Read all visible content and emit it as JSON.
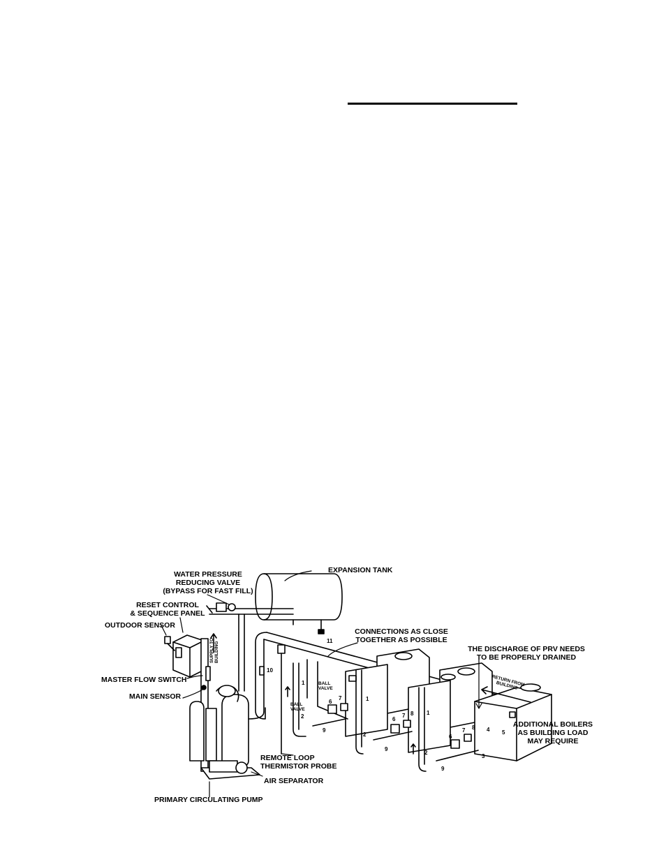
{
  "labels": {
    "water_pressure_1": "WATER PRESSURE",
    "water_pressure_2": "REDUCING VALVE",
    "water_pressure_3": "(BYPASS FOR FAST FILL)",
    "expansion_tank": "EXPANSION TANK",
    "reset_control_1": "RESET CONTROL",
    "reset_control_2": "& SEQUENCE PANEL",
    "outdoor_sensor": "OUTDOOR SENSOR",
    "connections_1": "CONNECTIONS AS CLOSE",
    "connections_2": "TOGETHER AS POSSIBLE",
    "prv_1": "THE DISCHARGE OF PRV NEEDS",
    "prv_2": "TO BE PROPERLY DRAINED",
    "master_flow_switch": "MASTER FLOW SWITCH",
    "main_sensor": "MAIN SENSOR",
    "return_1": "RETURN FROM",
    "return_2": "BUILDING",
    "supply_1": "SUPPLY TO",
    "supply_2": "BUILDING",
    "additional_1": "ADDITIONAL BOILERS",
    "additional_2": "AS BUILDING LOAD",
    "additional_3": "MAY REQUIRE",
    "remote_loop_1": "REMOTE LOOP",
    "remote_loop_2": "THERMISTOR PROBE",
    "air_separator": "AIR SEPARATOR",
    "primary_pump": "PRIMARY CIRCULATING PUMP",
    "ball_valve_a_1": "BALL",
    "ball_valve_a_2": "VALVE",
    "ball_valve_b_1": "BALL",
    "ball_valve_b_2": "VALVE"
  },
  "numbers": {
    "n10": "10",
    "n11": "11",
    "n1a": "1",
    "n2a": "2",
    "n6a": "6",
    "n7a": "7",
    "n9a": "9",
    "n1b": "1",
    "n2b": "2",
    "n6b": "6",
    "n7b": "7",
    "n8b": "8",
    "n9b": "9",
    "n1c": "1",
    "n2c": "2",
    "n6c": "6",
    "n7c": "7",
    "n8c": "8",
    "n9c": "9",
    "n3": "3",
    "n4": "4",
    "n5": "5"
  }
}
